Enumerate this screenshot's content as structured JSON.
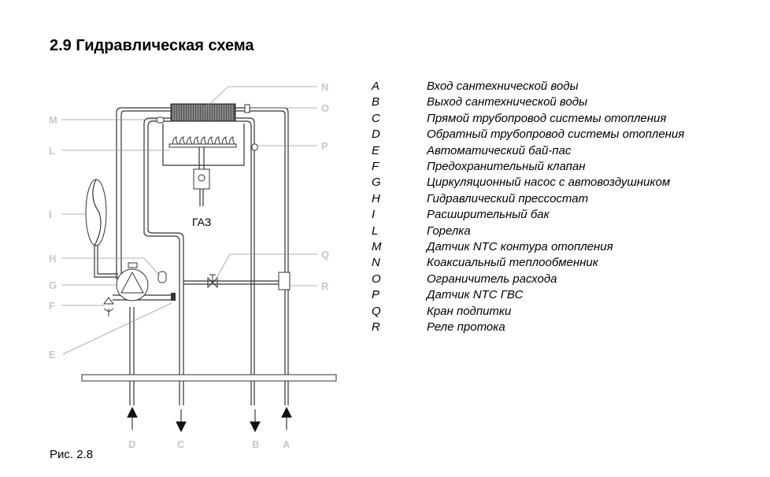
{
  "title": "2.9 Гидравлическая схема",
  "caption": "Рис. 2.8",
  "diagram": {
    "gas_label": "ГАЗ",
    "callouts": [
      "N",
      "O",
      "M",
      "P",
      "L",
      "I",
      "Q",
      "H",
      "R",
      "G",
      "F",
      "E"
    ],
    "ports": [
      "D",
      "C",
      "B",
      "A"
    ]
  },
  "legend": [
    {
      "key": "A",
      "text": "Вход сантехнической воды"
    },
    {
      "key": "B",
      "text": "Выход сантехнической воды"
    },
    {
      "key": "C",
      "text": "Прямой трубопровод системы отопления"
    },
    {
      "key": "D",
      "text": "Обратный трубопровод системы отопления"
    },
    {
      "key": "E",
      "text": "Автоматический бай-пас"
    },
    {
      "key": "F",
      "text": "Предохранительный клапан"
    },
    {
      "key": "G",
      "text": "Циркуляционный насос с автовоздушником"
    },
    {
      "key": "H",
      "text": "Гидравлический прессостат"
    },
    {
      "key": "I",
      "text": "Расширительный бак"
    },
    {
      "key": "L",
      "text": "Горелка"
    },
    {
      "key": "M",
      "text": "Датчик NTC контура отопления"
    },
    {
      "key": "N",
      "text": "Коаксиальный теплообменник"
    },
    {
      "key": "O",
      "text": "Ограничитель расхода"
    },
    {
      "key": "P",
      "text": "Датчик NTC ГВС"
    },
    {
      "key": "Q",
      "text": "Кран подпитки"
    },
    {
      "key": "R",
      "text": "Реле протока"
    }
  ]
}
